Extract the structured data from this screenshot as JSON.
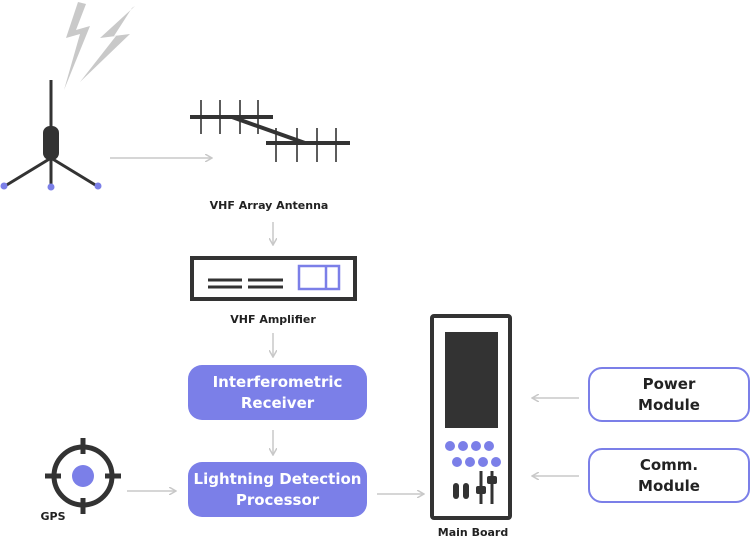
{
  "labels": {
    "vhf_array_antenna": "VHF Array Antenna",
    "vhf_amplifier": "VHF Amplifier",
    "gps": "GPS",
    "main_board": "Main Board"
  },
  "boxes": {
    "interferometric_receiver": [
      "Interferometric",
      "Receiver"
    ],
    "lightning_detection_processor": [
      "Lightning Detection",
      "Processor"
    ],
    "power_module": [
      "Power",
      "Module"
    ],
    "comm_module": [
      "Comm.",
      "Module"
    ]
  },
  "colors": {
    "accent": "#7b7fe8",
    "dark": "#333333",
    "arrow": "#c8c8c8",
    "lightning": "#c9c9c9"
  }
}
